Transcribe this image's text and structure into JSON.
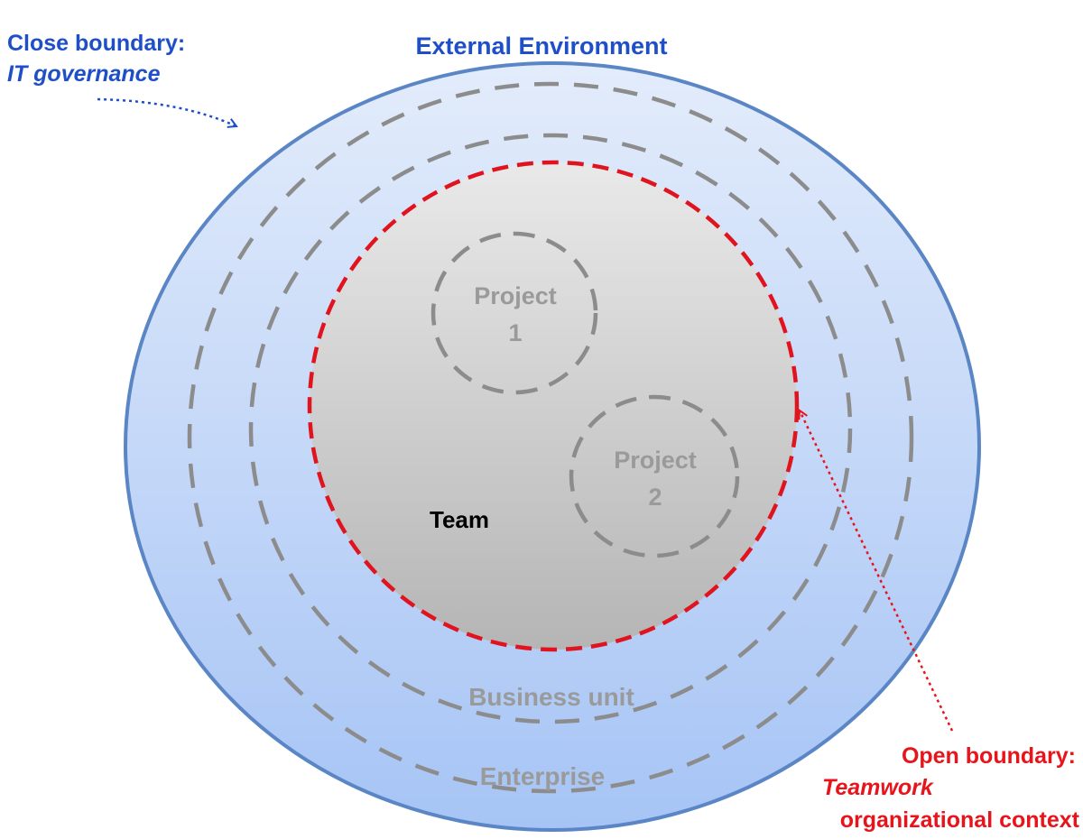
{
  "external_environment": {
    "label": "External Environment"
  },
  "close_boundary": {
    "line1": "Close boundary:",
    "line2": "IT governance"
  },
  "open_boundary": {
    "line1": "Open boundary:",
    "line2": "Teamwork",
    "line3": "organizational context"
  },
  "rings": {
    "business_unit": "Business unit",
    "enterprise": "Enterprise"
  },
  "team": {
    "label": "Team"
  },
  "projects": [
    {
      "line1": "Project",
      "line2": "1"
    },
    {
      "line1": "Project",
      "line2": "2"
    }
  ],
  "colors": {
    "outer_gradient_top": "#e3ecfb",
    "outer_gradient_bottom": "#a6c4f5",
    "outer_stroke": "#5b86c5",
    "dashed_gray": "#8c8c8c",
    "team_dashed": "#e0141e",
    "team_gradient_top": "#e9e9e9",
    "team_gradient_bottom": "#b5b5b5",
    "blue_text": "#1f4fc8",
    "red_text": "#e8141c",
    "gray_text": "#9a9a9a",
    "black_text": "#000000"
  }
}
